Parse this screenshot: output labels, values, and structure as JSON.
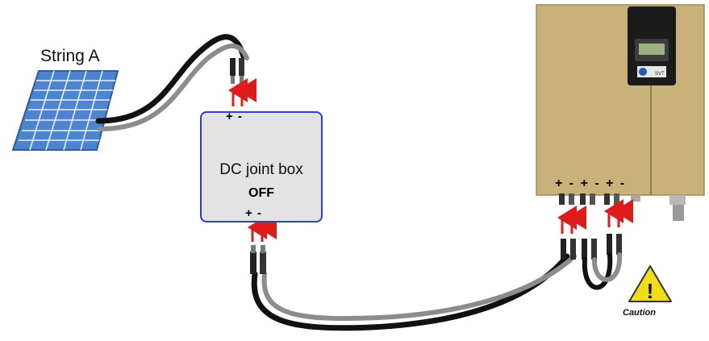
{
  "panel": {
    "label": "String A"
  },
  "joint_box": {
    "title": "DC joint box",
    "state": "OFF",
    "polarity_top": "+ -",
    "polarity_bottom": "+ -"
  },
  "inverter": {
    "polarity": "+ - + - + -",
    "brand_text": "SVT"
  },
  "warning": {
    "label": "Caution",
    "symbol": "!"
  },
  "colors": {
    "arrow": "#e01b1b",
    "box_border": "#2d3dd6",
    "inverter_body": "#c8b27a",
    "cable_dark": "#111111",
    "cable_light": "#8c8c8c",
    "warning_fill": "#f3dc1a"
  }
}
